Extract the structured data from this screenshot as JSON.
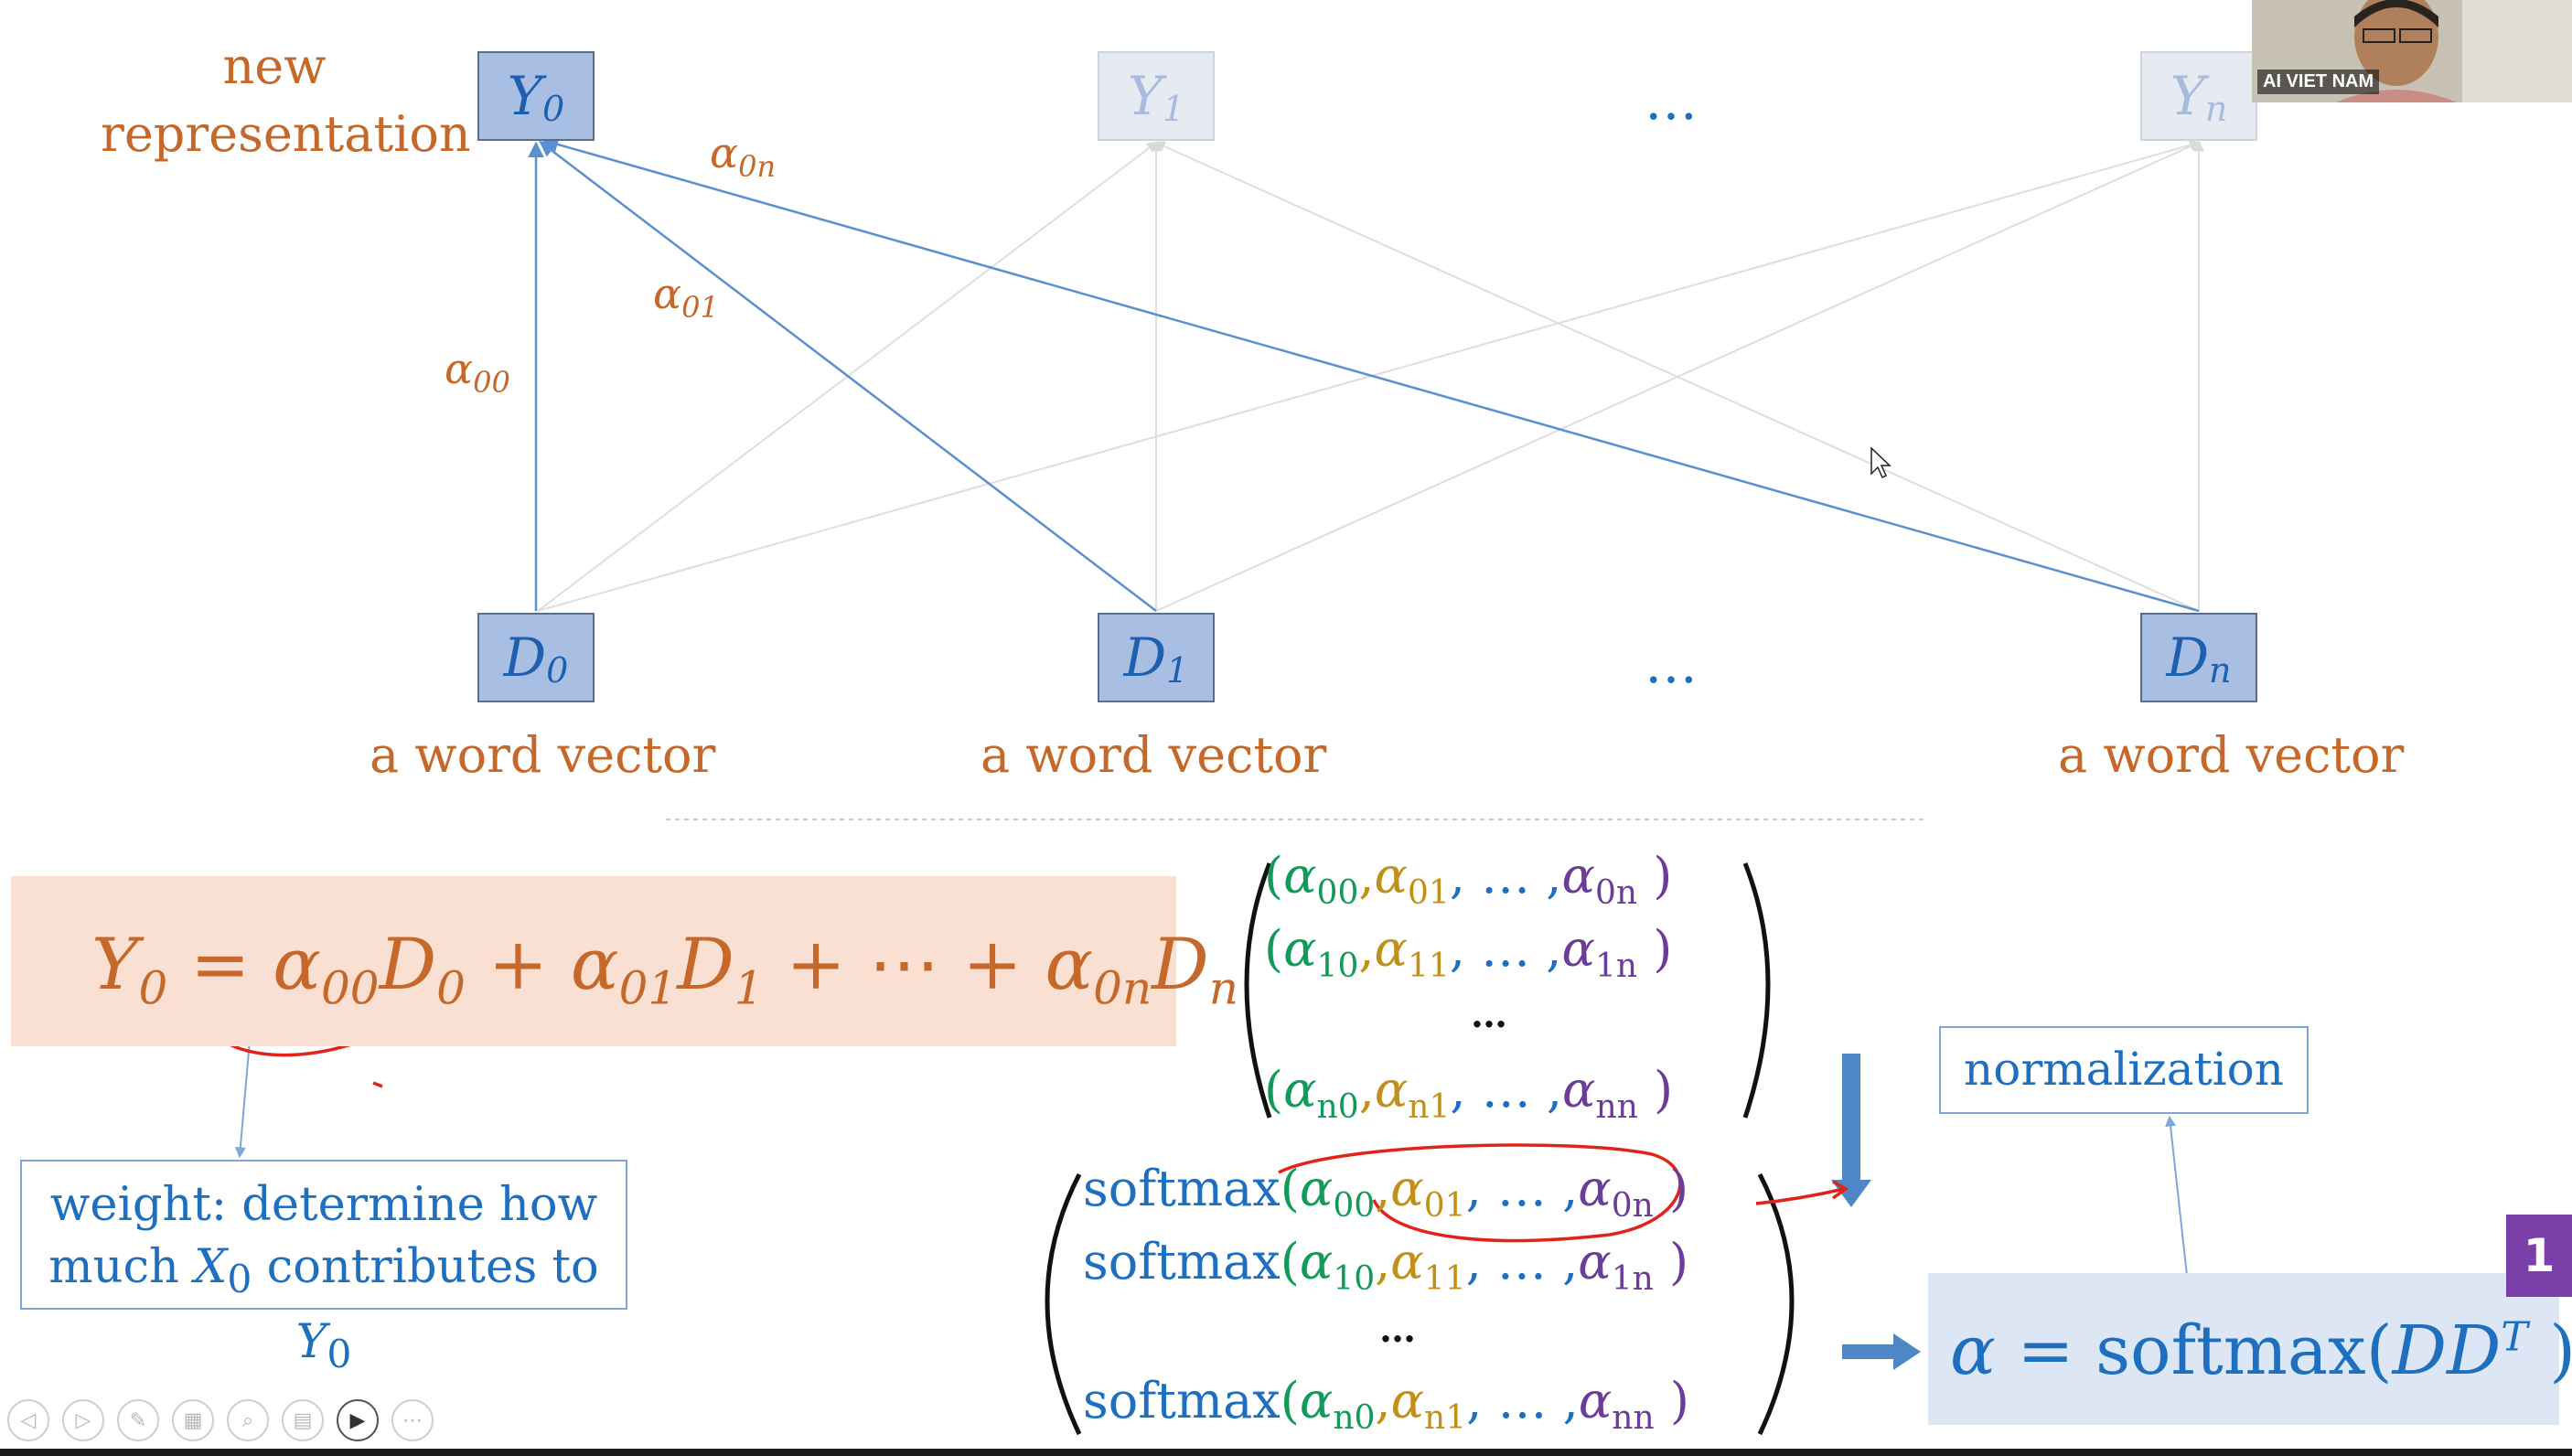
{
  "slide": {
    "top_label": "new representation",
    "top_nodes": [
      {
        "var": "Y",
        "sub": "0"
      },
      {
        "var": "Y",
        "sub": "1"
      },
      {
        "var": "Y",
        "sub": "n"
      }
    ],
    "bottom_nodes": [
      {
        "var": "D",
        "sub": "0"
      },
      {
        "var": "D",
        "sub": "1"
      },
      {
        "var": "D",
        "sub": "n"
      }
    ],
    "ellipsis": "…",
    "word_vector_label": "a word vector",
    "edge_weights": [
      {
        "sym": "α",
        "sub": "00"
      },
      {
        "sym": "α",
        "sub": "01"
      },
      {
        "sym": "α",
        "sub": "0n"
      }
    ],
    "equation": {
      "lhs": "Y",
      "lhs_sub": "0",
      "eq": "=",
      "t1": "α",
      "t1_sub": "00",
      "t1_var": "D",
      "t1_var_sub": "0",
      "plus": "+",
      "t2": "α",
      "t2_sub": "01",
      "t2_var": "D",
      "t2_var_sub": "1",
      "dots": "⋯",
      "t3": "α",
      "t3_sub": "0n",
      "t3_var": "D",
      "t3_var_sub": "n"
    },
    "weight_box": {
      "line1": "weight: determine how",
      "line2_pre": "much",
      "x_var": "X",
      "x_sub": "0",
      "line2_mid": "contributes to",
      "y_var": "Y",
      "y_sub": "0"
    },
    "matrix_rows": [
      {
        "a": "00",
        "b": "01",
        "c": "0n"
      },
      {
        "a": "10",
        "b": "11",
        "c": "1n"
      },
      {
        "a": "n0",
        "b": "n1",
        "c": "nn"
      }
    ],
    "matrix_dots": "…",
    "row_dots": "…",
    "softmax_label": "softmax",
    "normalization_label": "normalization",
    "alpha_eq": {
      "alpha": "α",
      "eq": "=",
      "fn": "softmax",
      "d1": "D",
      "d2": "D",
      "sup": "T"
    },
    "slide_number": "1"
  },
  "video": {
    "label": "AI VIET NAM"
  },
  "toolbar": {
    "icons": [
      "prev-icon",
      "next-icon",
      "pen-icon",
      "slides-icon",
      "zoom-icon",
      "subtitles-icon",
      "video-icon",
      "more-icon"
    ],
    "glyphs": [
      "◁",
      "▷",
      "✎",
      "▦",
      "⌕",
      "▤",
      "▶",
      "⋯"
    ]
  },
  "colors": {
    "orange": "#c5682a",
    "blue": "#1f6fc0",
    "green": "#129a5a",
    "gold": "#c09018",
    "purple": "#6b3c9a",
    "node_fill": "#a9bee3",
    "annotation_red": "#e0231b"
  }
}
